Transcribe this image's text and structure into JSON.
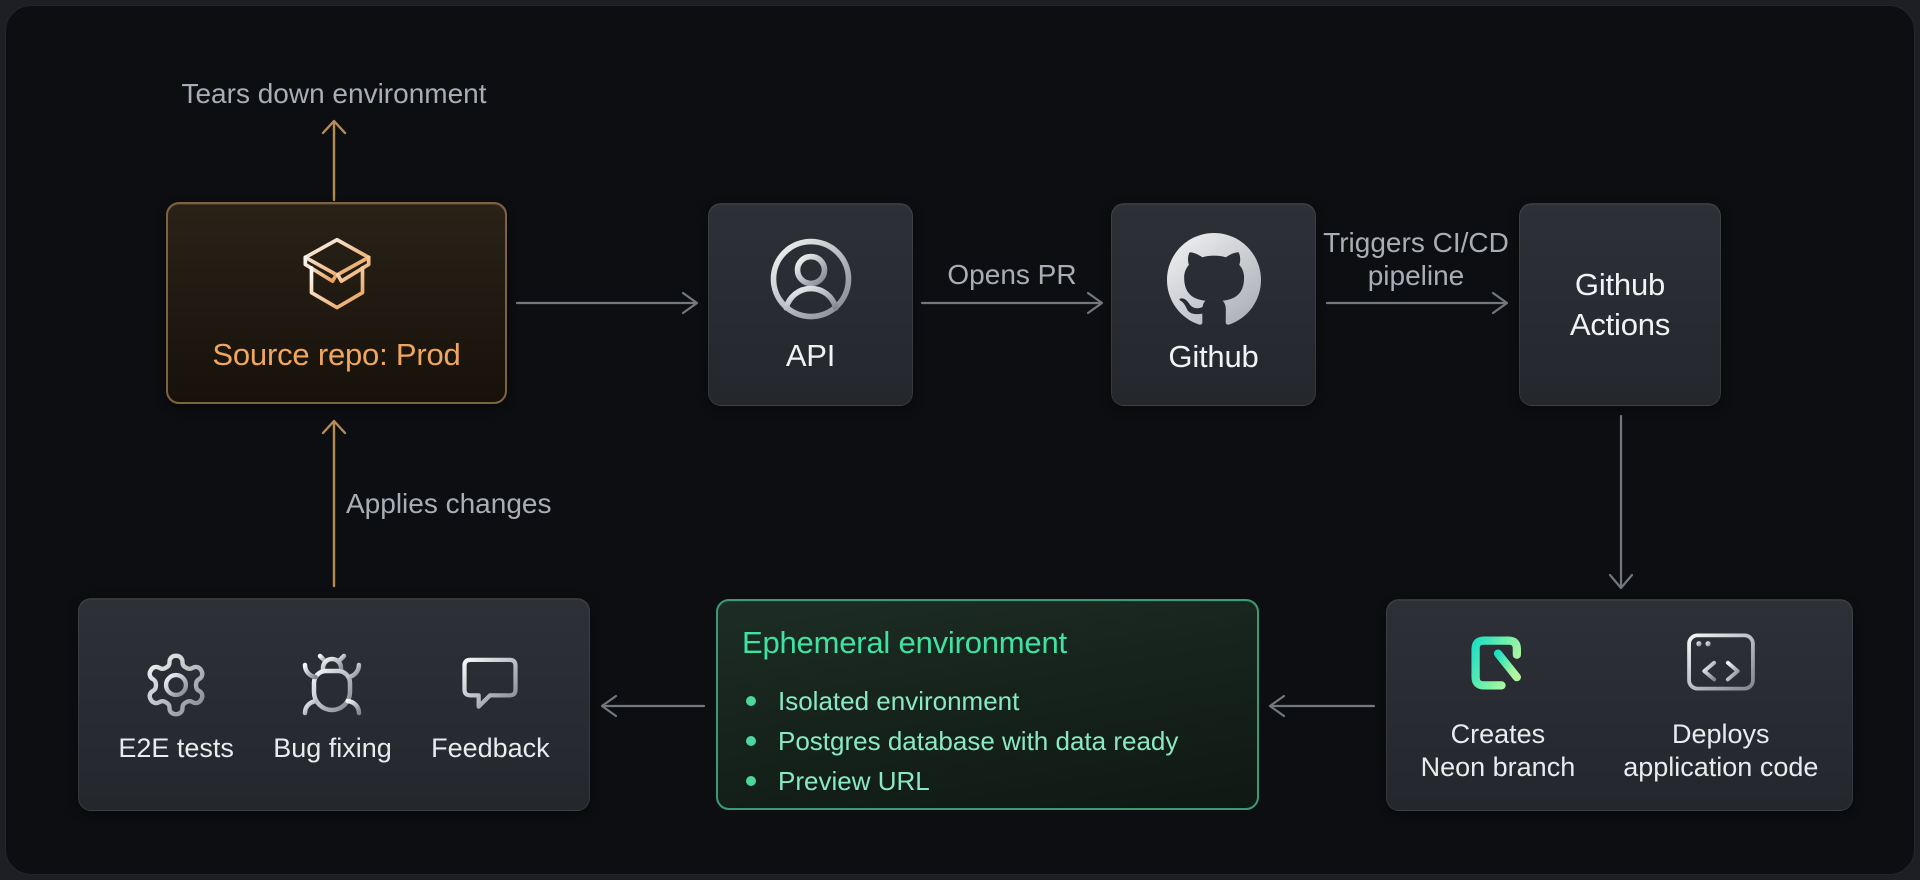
{
  "labels": {
    "tears_down": "Tears down environment",
    "applies_changes": "Applies changes",
    "opens_pr": "Opens PR",
    "triggers_line1": "Triggers CI/CD",
    "triggers_line2": "pipeline"
  },
  "source_repo": {
    "title": "Source repo: Prod",
    "icon": "open-package-icon"
  },
  "api": {
    "title": "API",
    "icon": "user-circle-icon"
  },
  "github": {
    "title": "Github",
    "icon": "github-octocat-icon"
  },
  "github_actions": {
    "line1": "Github",
    "line2": "Actions"
  },
  "deploy": {
    "items": [
      {
        "line1": "Creates",
        "line2": "Neon branch",
        "icon": "neon-logo-icon"
      },
      {
        "line1": "Deploys",
        "line2": "application code",
        "icon": "browser-code-icon"
      }
    ]
  },
  "ephemeral": {
    "title": "Ephemeral environment",
    "bullets": [
      "Isolated environment",
      "Postgres database with data ready",
      "Preview URL"
    ]
  },
  "qa": {
    "items": [
      {
        "label": "E2E tests",
        "icon": "gear-icon"
      },
      {
        "label": "Bug fixing",
        "icon": "bug-icon"
      },
      {
        "label": "Feedback",
        "icon": "speech-bubble-icon"
      }
    ]
  },
  "colors": {
    "canvas_bg": "#0d0e11",
    "accent_amber": "#b68c54",
    "amber_text": "#f0a65f",
    "accent_green": "#3fe3a0",
    "green_border": "#3c9b76",
    "bullet_text": "#8ae9c2",
    "arrow_gray": "#73777e",
    "label_gray": "#a9aeb6"
  }
}
